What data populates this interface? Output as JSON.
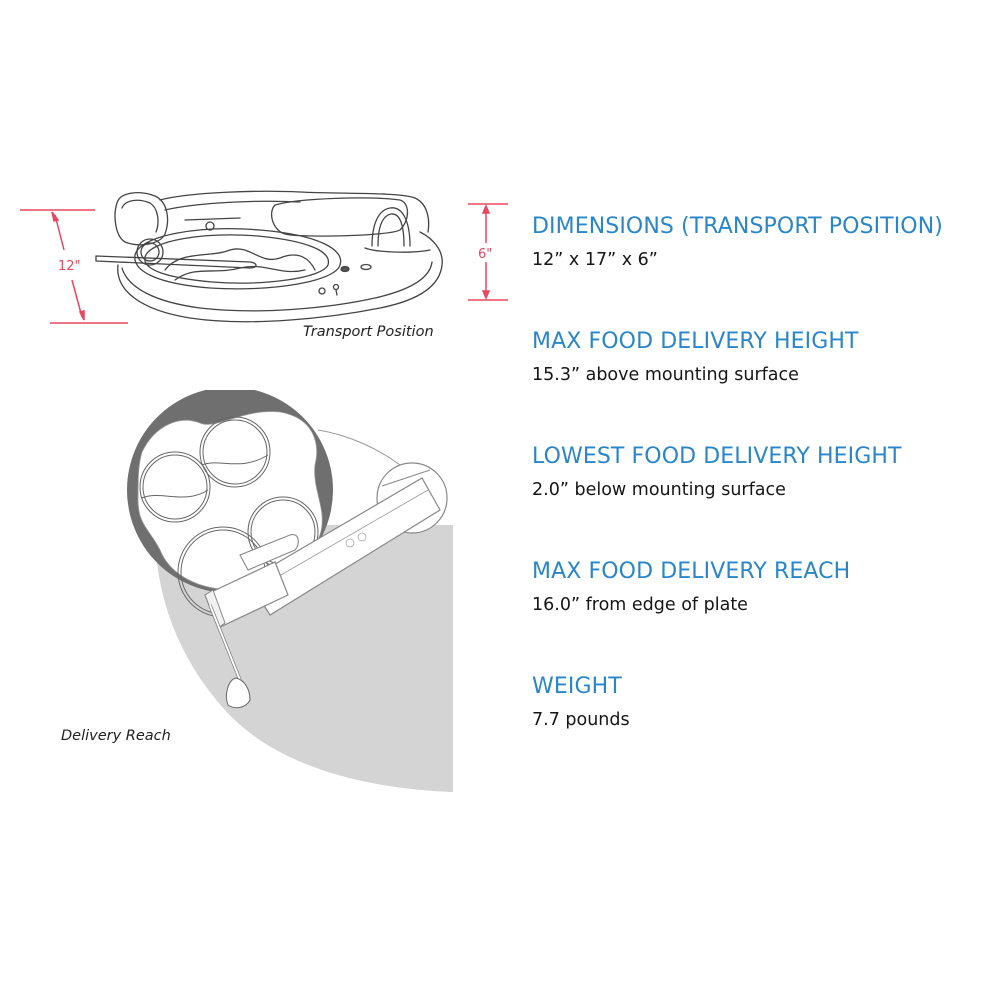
{
  "figures": {
    "transport": {
      "caption": "Transport Position",
      "dimension_labels": {
        "depth": "12\"",
        "height": "6\""
      }
    },
    "reach": {
      "caption": "Delivery Reach"
    }
  },
  "specs": [
    {
      "title": "DIMENSIONS (TRANSPORT POSITION)",
      "value": "12” x 17” x 6”"
    },
    {
      "title": "MAX FOOD DELIVERY HEIGHT",
      "value": "15.3” above mounting surface"
    },
    {
      "title": "LOWEST FOOD DELIVERY HEIGHT",
      "value": "2.0” below mounting surface"
    },
    {
      "title": "MAX FOOD DELIVERY REACH",
      "value": "16.0” from edge of plate"
    },
    {
      "title": "WEIGHT",
      "value": "7.7 pounds"
    }
  ],
  "colors": {
    "heading": "#2a86c9",
    "body_text": "#161616",
    "dimension_lines": "#e8475f",
    "reach_area": "#d4d4d4",
    "plate_rim": "#6f6f6f"
  }
}
